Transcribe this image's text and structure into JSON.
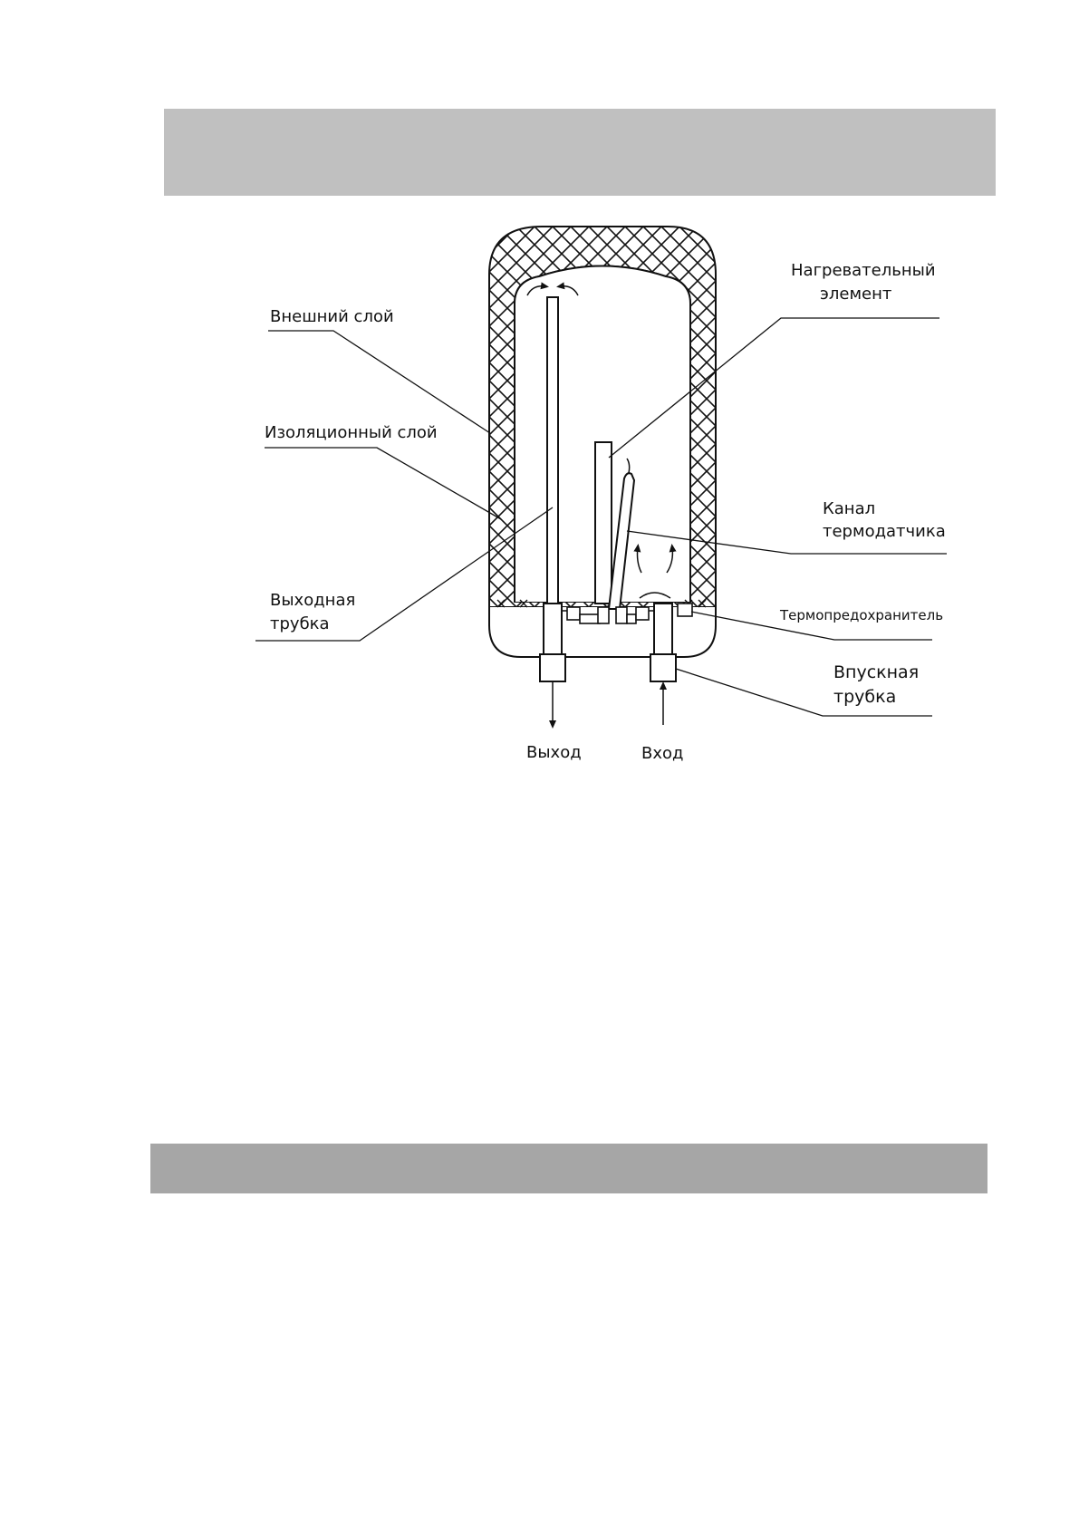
{
  "labels": {
    "outer_layer": "Внешний слой",
    "insulation_layer": "Изоляционный слой",
    "outlet_tube_1": "Выходная",
    "outlet_tube_2": "трубка",
    "heating_element_1": "Нагревательный",
    "heating_element_2": "элемент",
    "sensor_channel_1": "Канал",
    "sensor_channel_2": "термодатчика",
    "thermal_fuse": "Термопредохранитель",
    "inlet_tube_1": "Впускная",
    "inlet_tube_2": "трубка",
    "outlet": "Выход",
    "inlet": "Вход"
  },
  "colors": {
    "top_band": "#c0c0c0",
    "bottom_band": "#a6a6a6",
    "line": "#111111"
  }
}
